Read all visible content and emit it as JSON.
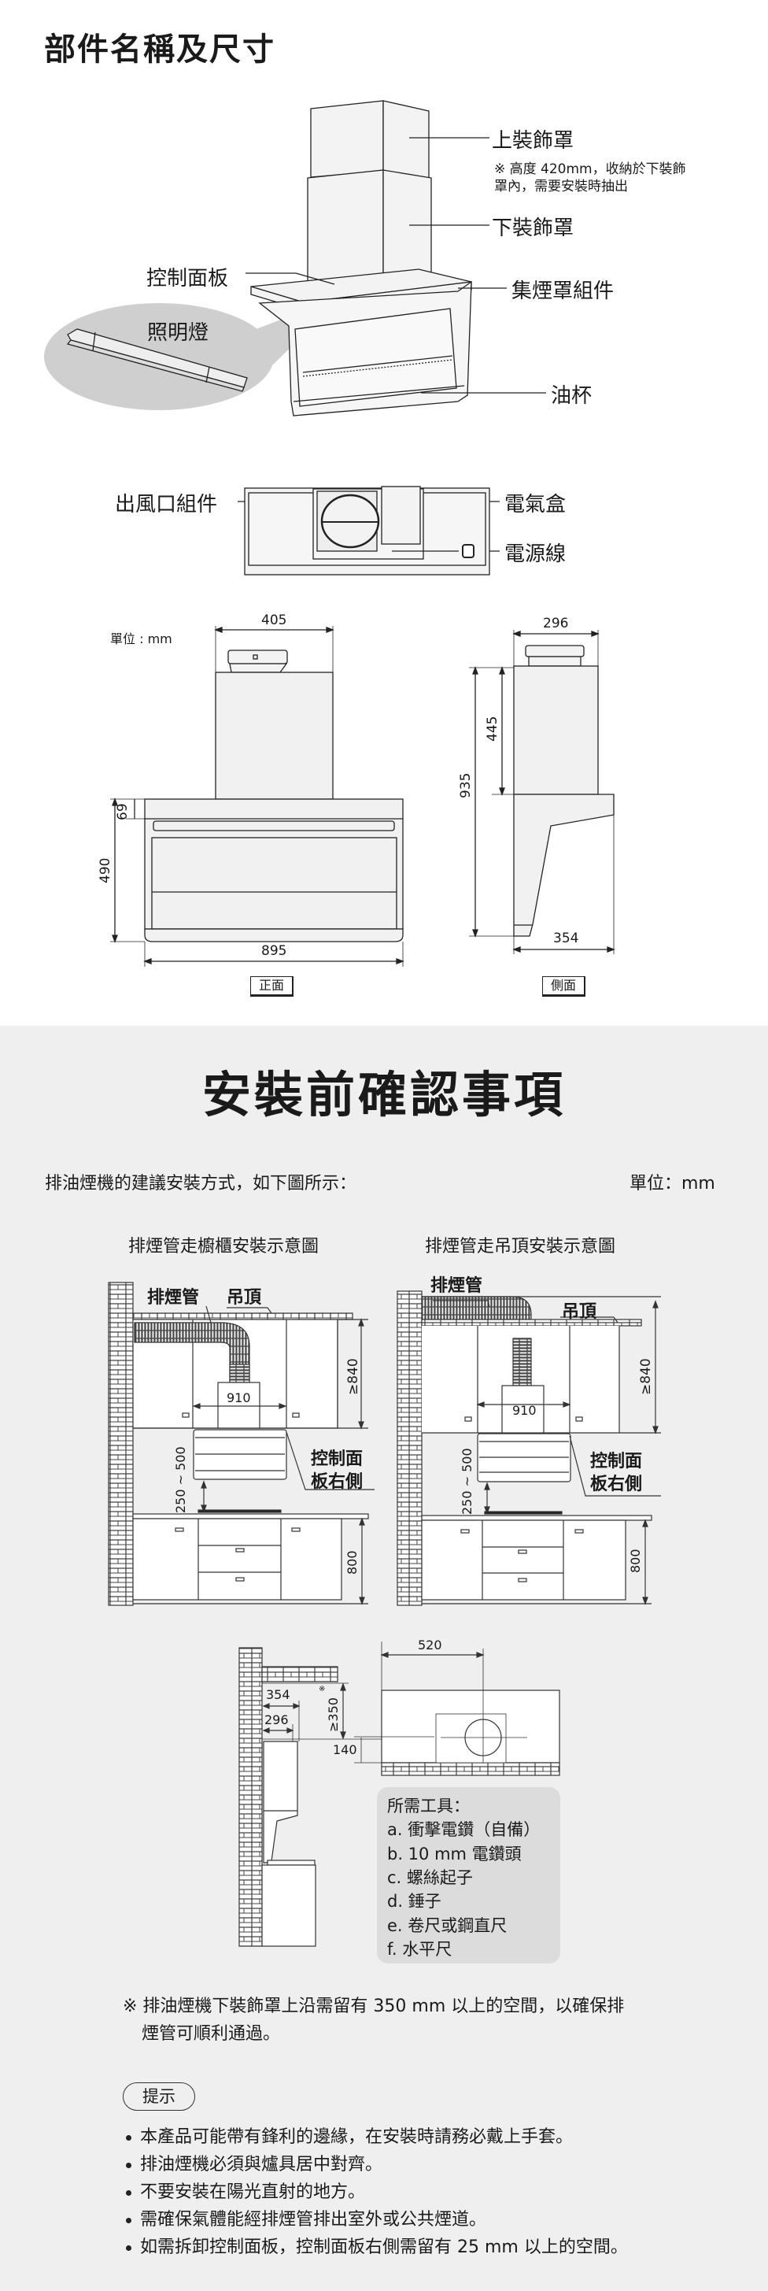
{
  "parts_section": {
    "title": "部件名稱及尺寸",
    "labels": {
      "upper_cover": "上裝飾罩",
      "upper_cover_note_1": "※ 高度 420mm，收納於下裝飾",
      "upper_cover_note_2": "罩內，需要安裝時抽出",
      "lower_cover": "下裝飾罩",
      "control_panel": "控制面板",
      "hood_assembly": "集煙罩組件",
      "light": "照明燈",
      "oil_cup": "油杯",
      "outlet_assembly": "出風口組件",
      "electrical_box": "電氣盒",
      "power_cord": "電源線"
    },
    "dimensions": {
      "unit": "單位 : mm",
      "front_chimney_width": "405",
      "front_total_width": "895",
      "front_panel_height": "69",
      "front_body_height": "490",
      "front_view_label": "正面",
      "side_chimney_depth": "296",
      "side_total_height": "935",
      "side_chimney_height": "445",
      "side_total_depth": "354",
      "side_view_label": "側面"
    }
  },
  "install_section": {
    "title": "安裝前確認事項",
    "intro": "排油煙機的建議安裝方式，如下圖所示：",
    "unit": "單位：mm",
    "diagram_left": {
      "title": "排煙管走櫥櫃安裝示意圖",
      "duct": "排煙管",
      "ceiling": "吊頂",
      "width": "910",
      "min_height": "≥840",
      "hood_gap": "250 ~ 500",
      "panel_1": "控制面",
      "panel_2": "板右側",
      "counter": "800"
    },
    "diagram_right": {
      "title": "排煙管走吊頂安裝示意圖",
      "duct": "排煙管",
      "ceiling": "吊頂",
      "width": "910",
      "min_height": "≥840",
      "hood_gap": "250 ~ 500",
      "panel_1": "控制面",
      "panel_2": "板右側",
      "counter": "800"
    },
    "diagram_bottom": {
      "d354": "354",
      "d296": "296",
      "d350": "≥350",
      "mark": "※",
      "d140": "140",
      "d520": "520"
    },
    "tools": {
      "title": "所需工具：",
      "items": [
        "a. 衝擊電鑽（自備）",
        "b. 10 mm 電鑽頭",
        "c. 螺絲起子",
        "d. 錘子",
        "e. 卷尺或鋼直尺",
        "f.  水平尺"
      ]
    },
    "note_line_1": "※ 排油煙機下裝飾罩上沿需留有 350 mm 以上的空間，以確保排",
    "note_line_2": "煙管可順利通過。",
    "tips_label": "提示",
    "tips": [
      "本產品可能帶有鋒利的邊緣，在安裝時請務必戴上手套。",
      "排油煙機必須與爐具居中對齊。",
      "不要安裝在陽光直射的地方。",
      "需確保氣體能經排煙管排出室外或公共煙道。",
      "如需拆卸控制面板，控制面板右側需留有 25 mm 以上的空間。"
    ]
  }
}
